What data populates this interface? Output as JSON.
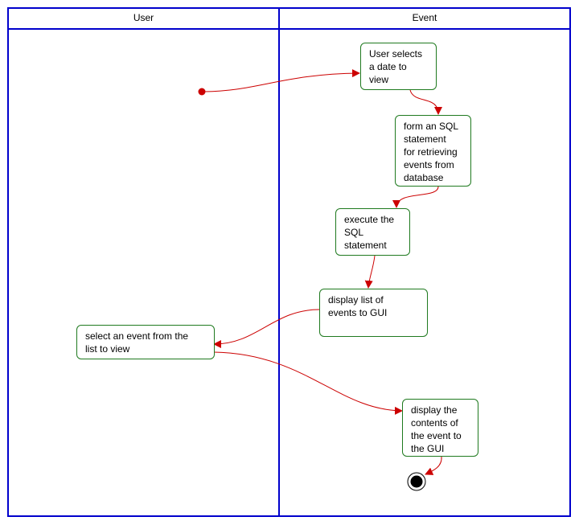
{
  "lanes": {
    "user": "User",
    "event": "Event"
  },
  "nodes": {
    "select_date": "User selects\na date to\nview",
    "form_sql": "form an SQL\nstatement\nfor retrieving\nevents from\ndatabase",
    "execute_sql": "execute the\nSQL\nstatement",
    "display_list": "display list of\nevents to GUI",
    "select_event": "select an event from the\nlist to view",
    "display_contents": "display the\ncontents of\nthe event to\nthe GUI"
  },
  "colors": {
    "lane_border": "#0000cc",
    "node_border": "#1f7a1f",
    "flow": "#cc0000",
    "terminal": "#000000"
  }
}
